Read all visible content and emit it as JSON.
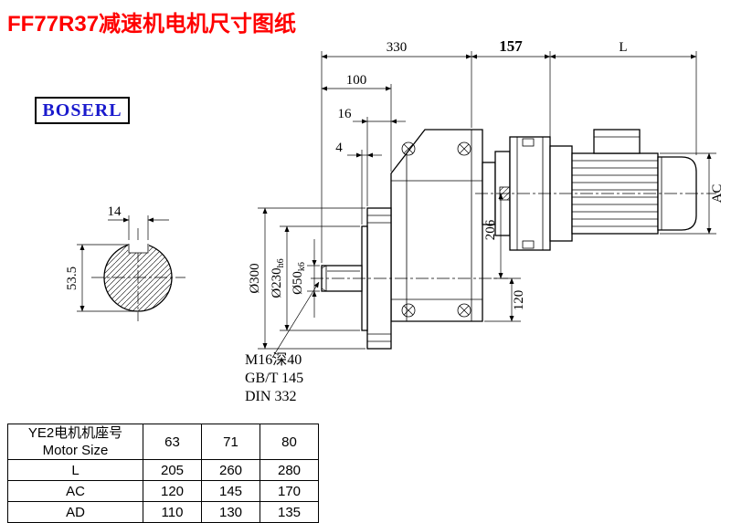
{
  "title": "FF77R37减速机电机尺寸图纸",
  "logo": {
    "text": "BOSERL"
  },
  "colors": {
    "title_text": "#ff0000",
    "logo_text": "#1a1acd",
    "line": "#000000"
  },
  "drawing": {
    "top_dims": {
      "unit_length": "330",
      "adapter_length": "157",
      "motor_length": "L"
    },
    "front_dims": {
      "shaft_to_face": "100",
      "flange_thickness": "16",
      "spigot_step": "4"
    },
    "vertical_dims": {
      "axis_distance": "206",
      "lower_height": "120",
      "motor_diameter": "AC"
    },
    "diameters": {
      "flange_od": {
        "main": "Ø300",
        "tol": ""
      },
      "spigot_d": {
        "main": "Ø230",
        "tol": "h6"
      },
      "shaft_d": {
        "main": "Ø50",
        "tol": "k6"
      }
    },
    "shaft_section": {
      "key_width": "14",
      "key_height": "53.5"
    },
    "notes": {
      "tap_hole": "M16深40",
      "standard1": "GB/T 145",
      "standard2": "DIN 332"
    }
  },
  "table": {
    "header": {
      "cn": "YE2电机机座号",
      "en": "Motor Size",
      "cols": [
        "63",
        "71",
        "80"
      ]
    },
    "rows": [
      {
        "label": "L",
        "values": [
          "205",
          "260",
          "280"
        ]
      },
      {
        "label": "AC",
        "values": [
          "120",
          "145",
          "170"
        ]
      },
      {
        "label": "AD",
        "values": [
          "110",
          "130",
          "135"
        ]
      }
    ]
  }
}
